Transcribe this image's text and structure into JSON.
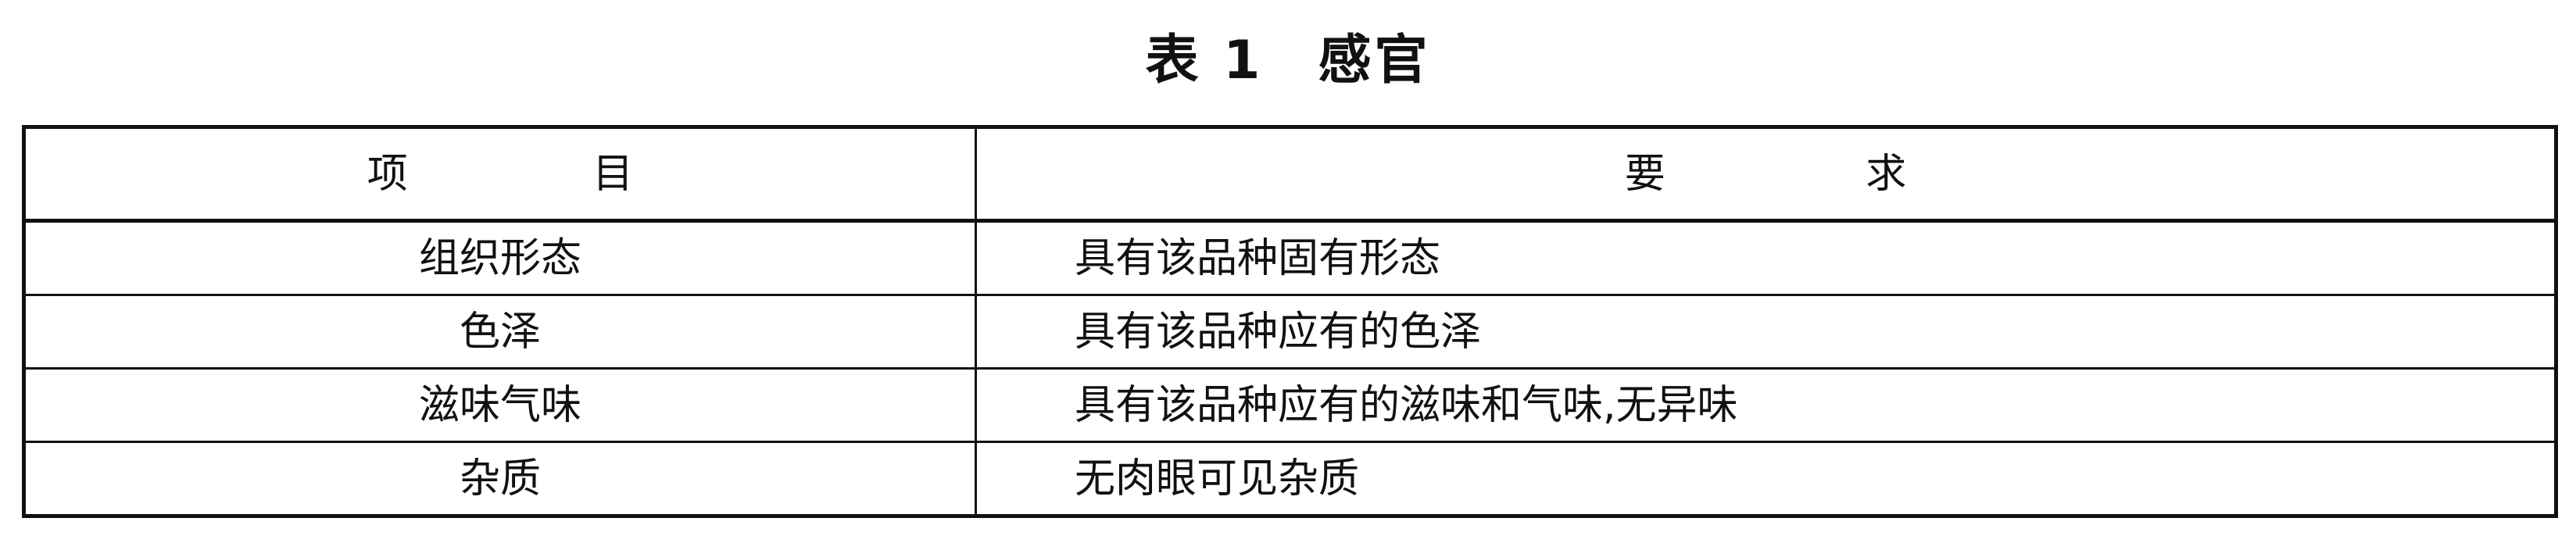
{
  "caption": {
    "number": "表 1",
    "title": "感官"
  },
  "table": {
    "headers": [
      "项 目",
      "要 求"
    ],
    "rows": [
      {
        "item": "组织形态",
        "requirement": "具有该品种固有形态"
      },
      {
        "item": "色泽",
        "requirement": "具有该品种应有的色泽"
      },
      {
        "item": "滋味气味",
        "requirement": "具有该品种应有的滋味和气味,无异味"
      },
      {
        "item": "杂质",
        "requirement": "无肉眼可见杂质"
      }
    ]
  }
}
